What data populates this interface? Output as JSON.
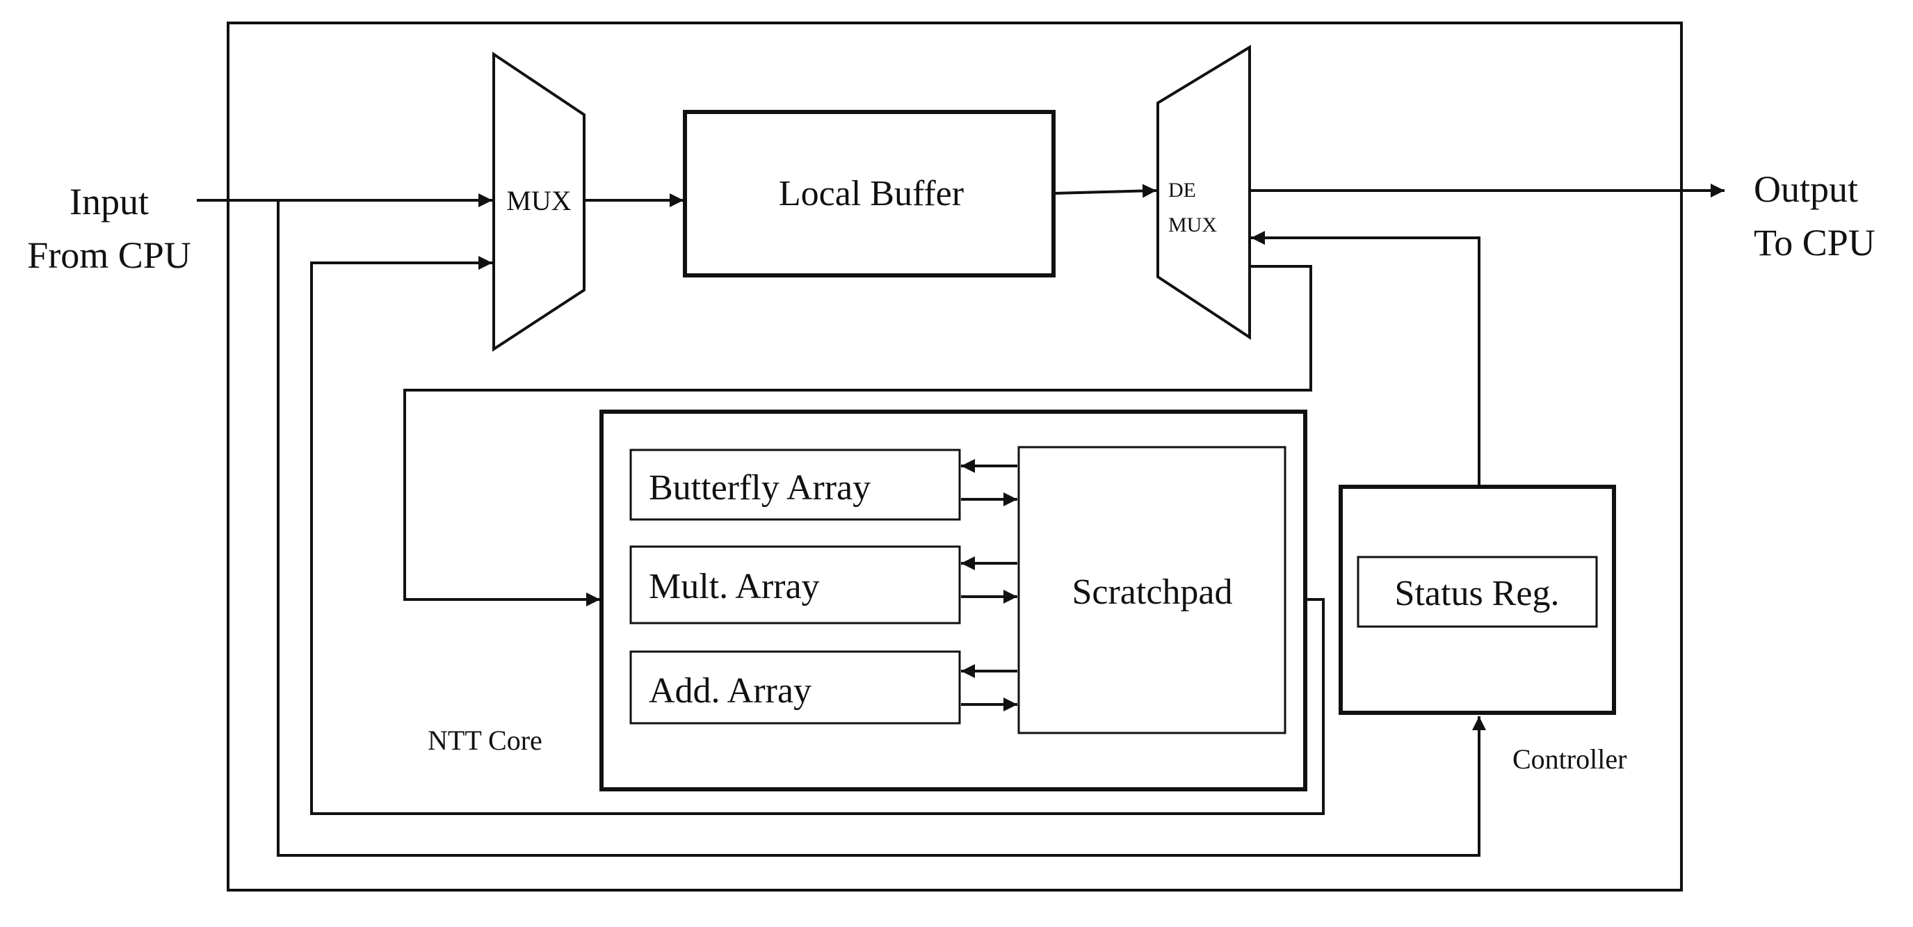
{
  "input_label": {
    "line1": "Input",
    "line2": "From CPU"
  },
  "output_label": {
    "line1": "Output",
    "line2": "To CPU"
  },
  "mux_label": "MUX",
  "demux_label": {
    "line1": "DE",
    "line2": "MUX"
  },
  "local_buffer_label": "Local Buffer",
  "ntt_core": {
    "label": "NTT Core",
    "butterfly_label": "Butterfly Array",
    "mult_label": "Mult. Array",
    "add_label": "Add. Array",
    "scratchpad_label": "Scratchpad"
  },
  "controller": {
    "label": "Controller",
    "status_reg_label": "Status Reg."
  }
}
